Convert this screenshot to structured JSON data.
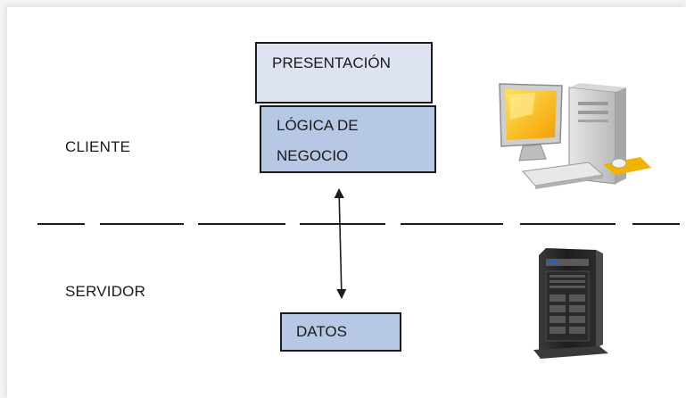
{
  "diagram": {
    "client_label": "CLIENTE",
    "server_label": "SERVIDOR",
    "boxes": {
      "presentation": "PRESENTACIÓN",
      "logic_line1": "LÓGICA DE",
      "logic_line2": "NEGOCIO",
      "data": "DATOS"
    },
    "icons": {
      "client": "desktop-computer-icon",
      "server": "tower-server-icon"
    },
    "colors": {
      "presentation_fill": "#dde3f0",
      "logic_fill": "#b7c8e4",
      "data_fill": "#b7c8e4",
      "divider": "#1c1c1c"
    }
  }
}
